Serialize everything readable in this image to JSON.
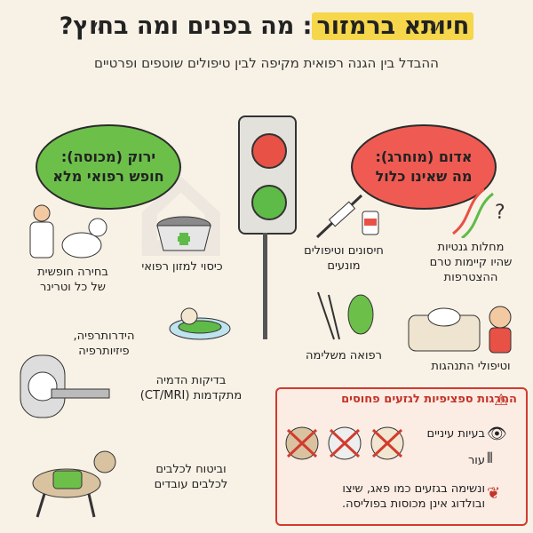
{
  "header": {
    "title_main": "חיותא ברמזור",
    "title_rest": ": מה בפנים ומה בחוץ?",
    "subtitle": "ההבדל בין הגנה רפואית מקיפה לבין טיפולים שוטפים ופרטיים"
  },
  "green_bubble": {
    "line1": "ירוק (מכוסה):",
    "line2": "חופש רפואי מלא"
  },
  "red_bubble": {
    "line1": "אדום (מוחרג):",
    "line2": "מה שאינו כלול"
  },
  "green_items": [
    {
      "label": "בחירה חופשית\nשל כל וטרינר",
      "icon": "vet-with-dog-icon"
    },
    {
      "label": "כיסוי למזון רפואי",
      "icon": "food-bowl-icon"
    },
    {
      "label": "הידרותרפיה,\nפיזיותרפיה",
      "icon": "dog-swimming-icon"
    },
    {
      "label": "בדיקות הדמיה\nמתקדמות (CT/MRI)",
      "icon": "ct-scanner-icon"
    },
    {
      "label": "וביטוח לכלבים\nלכלבים עובדים",
      "icon": "working-dog-icon"
    }
  ],
  "red_items": [
    {
      "label": "חיסונים וטיפולים\nמונעים",
      "icon": "syringe-icon"
    },
    {
      "label": "מחלות גנטיות\nשהיו קיימות טרם\nההצטרפות",
      "icon": "dna-icon"
    },
    {
      "label": "רפואה משלימה",
      "icon": "herbs-icon"
    },
    {
      "label": "וטיפולי התנהגות",
      "icon": "dog-on-couch-icon"
    }
  ],
  "warning": {
    "title": "החרגות ספציפיות לגזעים פחוסים",
    "items": [
      "בעיות עיניים",
      "עור",
      "ונשימה בגזעים כמו פאג, שיצו\nובולדוג אינן מכוסות בפוליסה."
    ],
    "colors": {
      "border": "#d23b2e"
    }
  },
  "colors": {
    "green": "#6cc04a",
    "red": "#ef5b52",
    "highlight": "#f6d64a"
  }
}
